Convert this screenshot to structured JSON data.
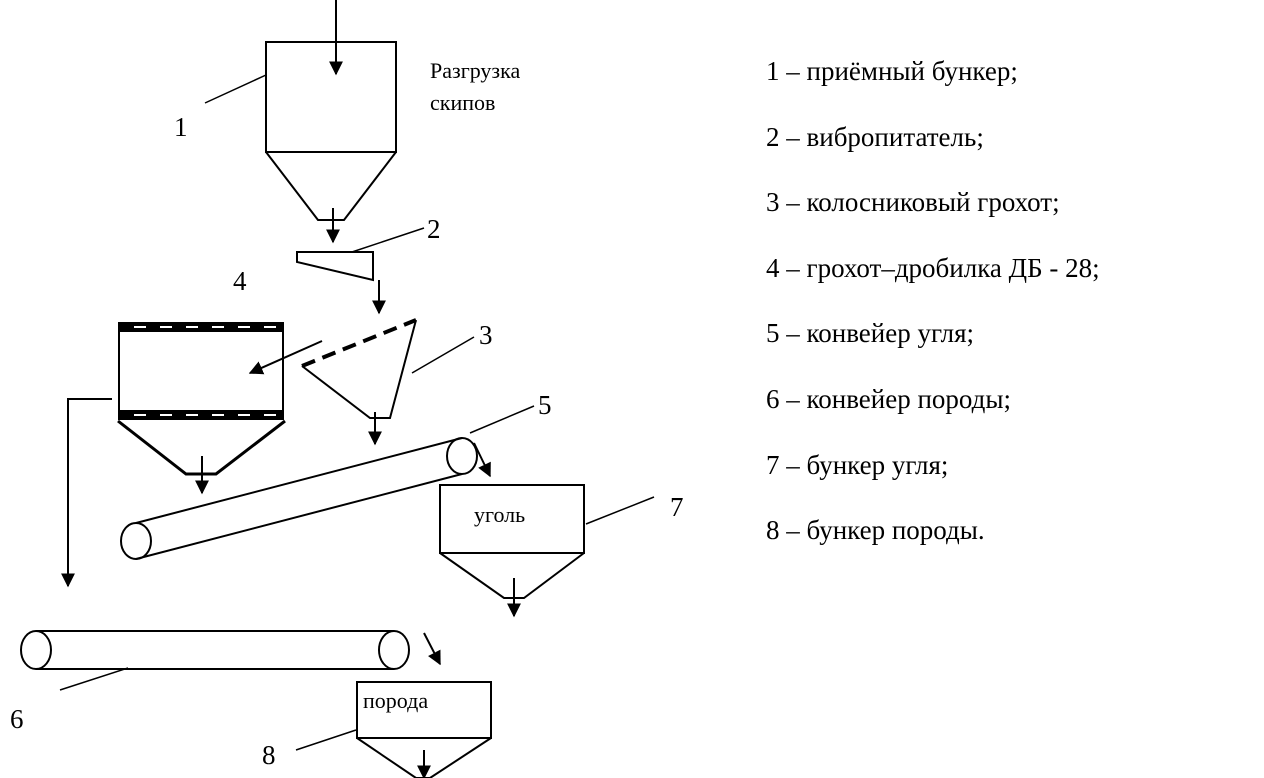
{
  "diagram": {
    "callouts": [
      "1",
      "2",
      "3",
      "4",
      "5",
      "6",
      "7",
      "8"
    ],
    "unload_label_line1": "Разгрузка",
    "unload_label_line2": "скипов",
    "coal_bin_label": "уголь",
    "rock_bin_label": "порода"
  },
  "legend": {
    "items": [
      "1 – приёмный бункер;",
      "2 – вибропитатель;",
      "3 – колосниковый грохот;",
      "4 – грохот–дробилка ДБ - 28;",
      "5 – конвейер угля;",
      "6 – конвейер породы;",
      "7 – бункер угля;",
      "8 – бункер породы."
    ]
  }
}
